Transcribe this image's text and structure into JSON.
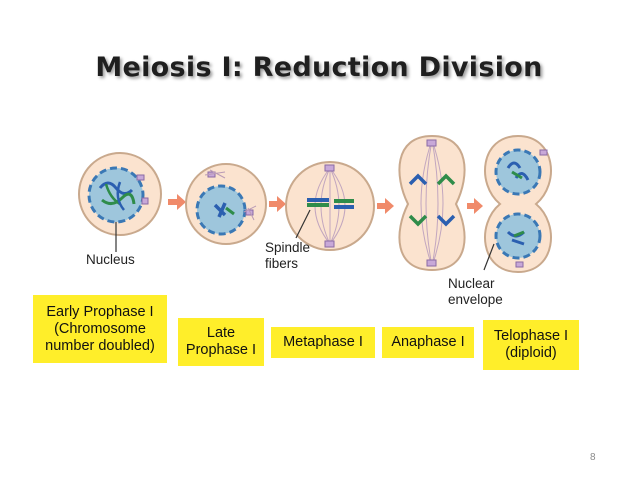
{
  "title": "Meiosis I: Reduction Division",
  "labels": {
    "nucleus": "Nucleus",
    "spindle_fibers": "Spindle\nfibers",
    "nuclear_envelope": "Nuclear\nenvelope"
  },
  "stages": [
    {
      "label": "Early Prophase I\n(Chromosome\nnumber doubled)"
    },
    {
      "label": "Late\nProphase I"
    },
    {
      "label": "Metaphase I"
    },
    {
      "label": "Anaphase I"
    },
    {
      "label": "Telophase I\n(diploid)"
    }
  ],
  "page_number": "8",
  "colors": {
    "cell_fill": "#fbe3cf",
    "cell_outline": "#c9a98d",
    "nucleus_fill": "#9ec6dc",
    "nucleus_outline": "#3a78b5",
    "chromosome_blue": "#2b5fb0",
    "chromosome_green": "#2f8c4a",
    "arrow": "#f08a6a",
    "label_bg": "#ffee2a"
  }
}
